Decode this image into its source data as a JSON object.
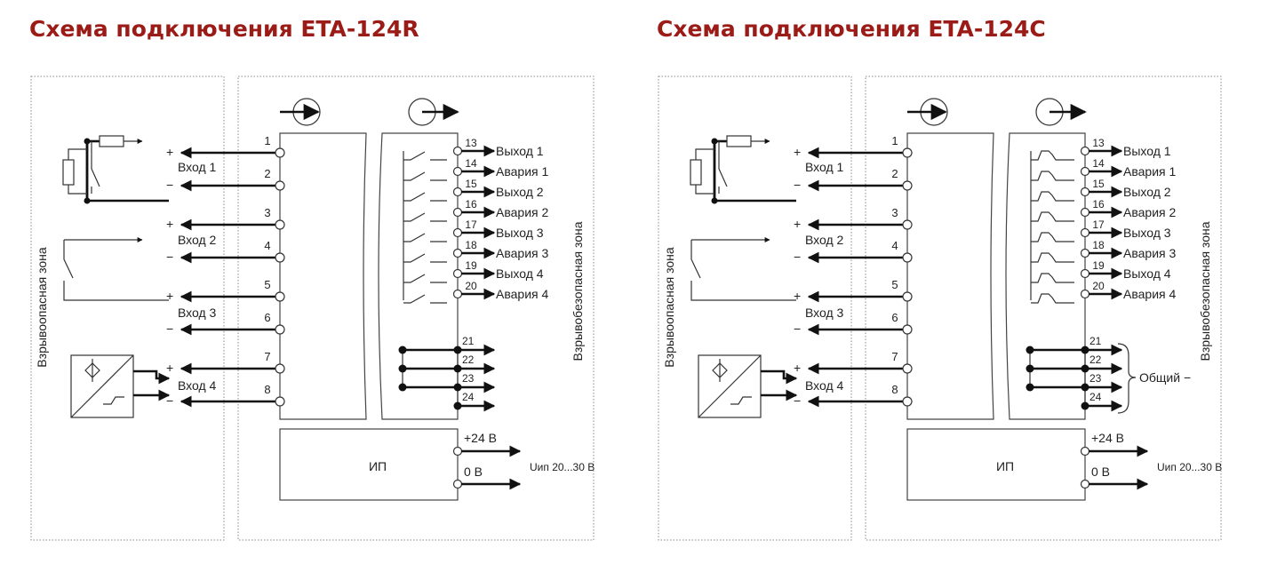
{
  "diagrams": [
    {
      "title": "Схема подключения ETA-124R",
      "hazard_zone": "Взрывоопасная зона",
      "safe_zone": "Взрывобезопасная зона",
      "inputs": [
        {
          "label": "Вход 1",
          "plus_terminal": "1",
          "minus_terminal": "2"
        },
        {
          "label": "Вход 2",
          "plus_terminal": "3",
          "minus_terminal": "4"
        },
        {
          "label": "Вход 3",
          "plus_terminal": "5",
          "minus_terminal": "6"
        },
        {
          "label": "Вход 4",
          "plus_terminal": "7",
          "minus_terminal": "8"
        }
      ],
      "outputs": [
        {
          "num": "13",
          "label": "Выход 1"
        },
        {
          "num": "14",
          "label": "Авария 1"
        },
        {
          "num": "15",
          "label": "Выход 2"
        },
        {
          "num": "16",
          "label": "Авария 2"
        },
        {
          "num": "17",
          "label": "Выход 3"
        },
        {
          "num": "18",
          "label": "Авария 3"
        },
        {
          "num": "19",
          "label": "Выход 4"
        },
        {
          "num": "20",
          "label": "Авария 4"
        }
      ],
      "common": [
        "21",
        "22",
        "23",
        "24"
      ],
      "common_label": "",
      "psu_label": "ИП",
      "v24": "+24 В",
      "v0": "0 В",
      "vsupply": "Uип 20...30 В"
    },
    {
      "title": "Схема подключения ETA-124C",
      "hazard_zone": "Взрывоопасная зона",
      "safe_zone": "Взрывобезопасная зона",
      "inputs": [
        {
          "label": "Вход 1",
          "plus_terminal": "1",
          "minus_terminal": "2"
        },
        {
          "label": "Вход 2",
          "plus_terminal": "3",
          "minus_terminal": "4"
        },
        {
          "label": "Вход 3",
          "plus_terminal": "5",
          "minus_terminal": "6"
        },
        {
          "label": "Вход 4",
          "plus_terminal": "7",
          "minus_terminal": "8"
        }
      ],
      "outputs": [
        {
          "num": "13",
          "label": "Выход 1"
        },
        {
          "num": "14",
          "label": "Авария 1"
        },
        {
          "num": "15",
          "label": "Выход 2"
        },
        {
          "num": "16",
          "label": "Авария 2"
        },
        {
          "num": "17",
          "label": "Выход 3"
        },
        {
          "num": "18",
          "label": "Авария 3"
        },
        {
          "num": "19",
          "label": "Выход 4"
        },
        {
          "num": "20",
          "label": "Авария 4"
        }
      ],
      "common": [
        "21",
        "22",
        "23",
        "24"
      ],
      "common_label": "Общий −",
      "psu_label": "ИП",
      "v24": "+24 В",
      "v0": "0 В",
      "vsupply": "Uип 20...30 В"
    }
  ],
  "signs": {
    "plus": "+",
    "minus": "−"
  },
  "colors": {
    "title": "#9b1b17",
    "wire": "#111111",
    "zone_border": "#888888"
  }
}
